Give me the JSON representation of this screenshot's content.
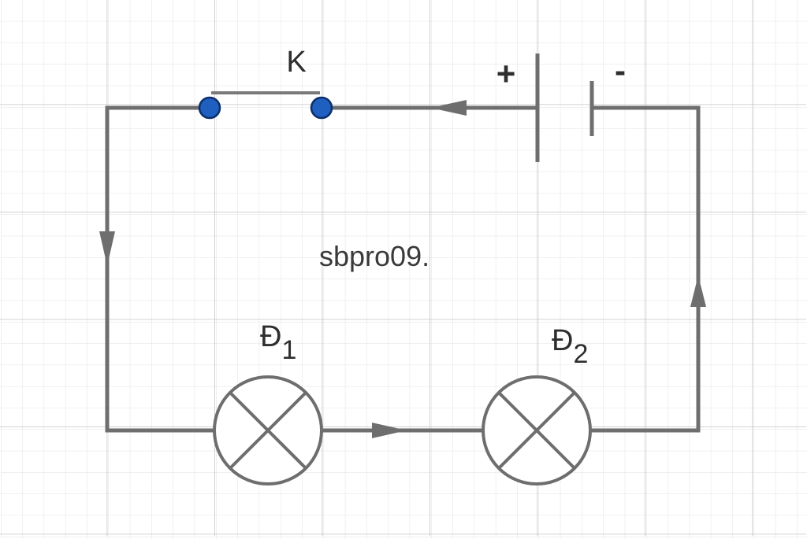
{
  "labels": {
    "switch": "K",
    "battery_positive": "+",
    "battery_negative": "-",
    "watermark": "sbpro09.",
    "lamp1_base": "Đ",
    "lamp1_sub": "1",
    "lamp2_base": "Đ",
    "lamp2_sub": "2"
  },
  "colors": {
    "wire": "#6e6e6e",
    "terminal": "#1f5fbf",
    "grid_minor": "#e2e2e2",
    "grid_major": "#c4c4c4"
  }
}
